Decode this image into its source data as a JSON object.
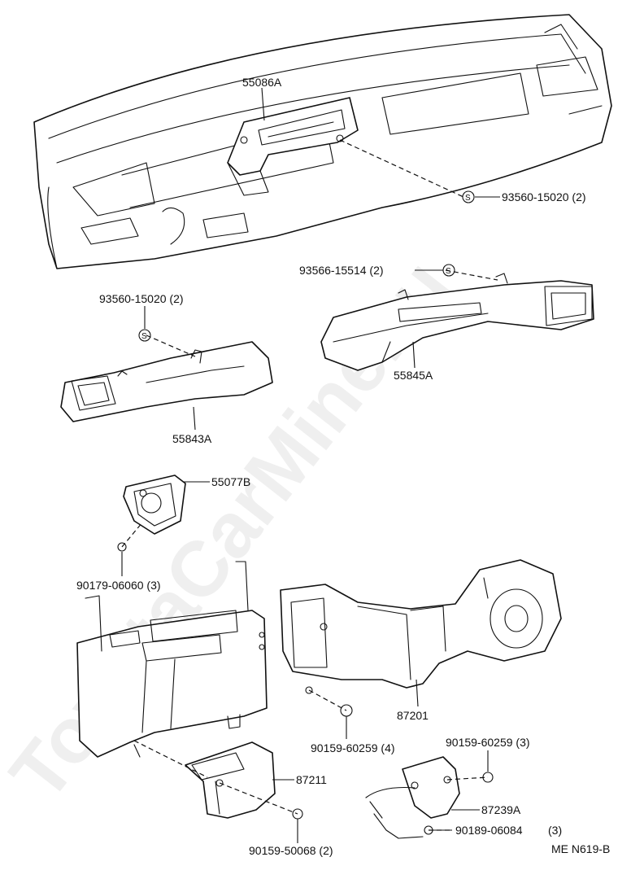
{
  "watermark": "ToyotaCarMine.ru",
  "diagram_code": "ME N619-B",
  "screw_symbol": "S",
  "callouts": {
    "p55086A": "55086A",
    "p93560_top": "93560-15020 (2)",
    "p93566": "93566-15514 (2)",
    "p93560_left": "93560-15020 (2)",
    "p55845A": "55845A",
    "p55843A": "55843A",
    "p55077B": "55077B",
    "p90179": "90179-06060 (3)",
    "p87201": "87201",
    "p90159_4": "90159-60259 (4)",
    "p90159_3": "90159-60259 (3)",
    "p87211": "87211",
    "p87239A": "87239A",
    "p90189": "90189-06084",
    "p90189_qty": "(3)",
    "p90159_50068": "90159-50068 (2)"
  }
}
